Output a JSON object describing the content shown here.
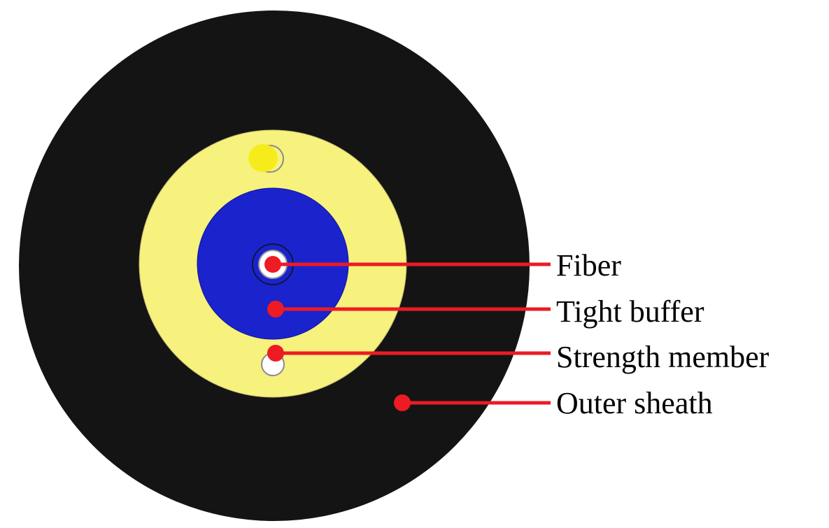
{
  "colors": {
    "background": "#ffffff",
    "outer_sheath": "#141414",
    "strength_member_layer": "#f7f17e",
    "tight_buffer_layer": "#1a23cc",
    "fiber_core": "#ffffff",
    "aramid_highlight": "#f6ec1c",
    "filler_white": "#ffffff",
    "leader_line": "#ec1b24",
    "label_text": "#000000"
  },
  "labels": [
    {
      "text": "Fiber"
    },
    {
      "text": "Tight buffer"
    },
    {
      "text": "Strength member"
    },
    {
      "text": "Outer sheath"
    }
  ]
}
